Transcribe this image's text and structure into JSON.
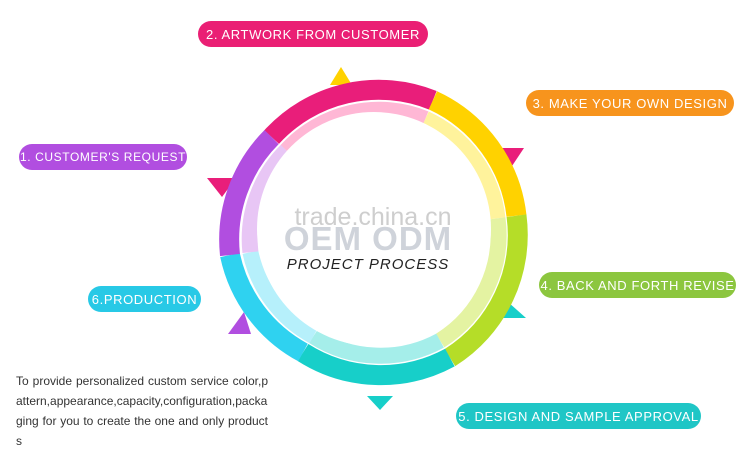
{
  "steps": {
    "step1": {
      "label": "1. CUSTOMER'S REQUEST",
      "color": "#b14ee0"
    },
    "step2": {
      "label": "2. ARTWORK FROM CUSTOMER",
      "color": "#ea1f74"
    },
    "step3": {
      "label": "3. MAKE YOUR OWN DESIGN",
      "color": "#f7941d"
    },
    "step4": {
      "label": "4. BACK AND FORTH REVISE",
      "color": "#8cc63f"
    },
    "step5": {
      "label": "5. DESIGN AND SAMPLE APPROVAL",
      "color": "#1fc6c6"
    },
    "step6": {
      "label": "6.PRODUCTION",
      "color": "#28c9e6"
    }
  },
  "center": {
    "title": "OEM ODM",
    "subtitle": "PROJECT PROCESS"
  },
  "watermark": "trade.china.cn",
  "description": "To provide personalized custom service color,pattern,appearance,capacity,configuration,packaging for you to create the one and only products",
  "colors": {
    "magenta": "#e91e7a",
    "yellow": "#ffd200",
    "green": "#b5dd28",
    "teal": "#17cfc9",
    "cyan": "#2fd2f0",
    "purple": "#b14ee0"
  }
}
